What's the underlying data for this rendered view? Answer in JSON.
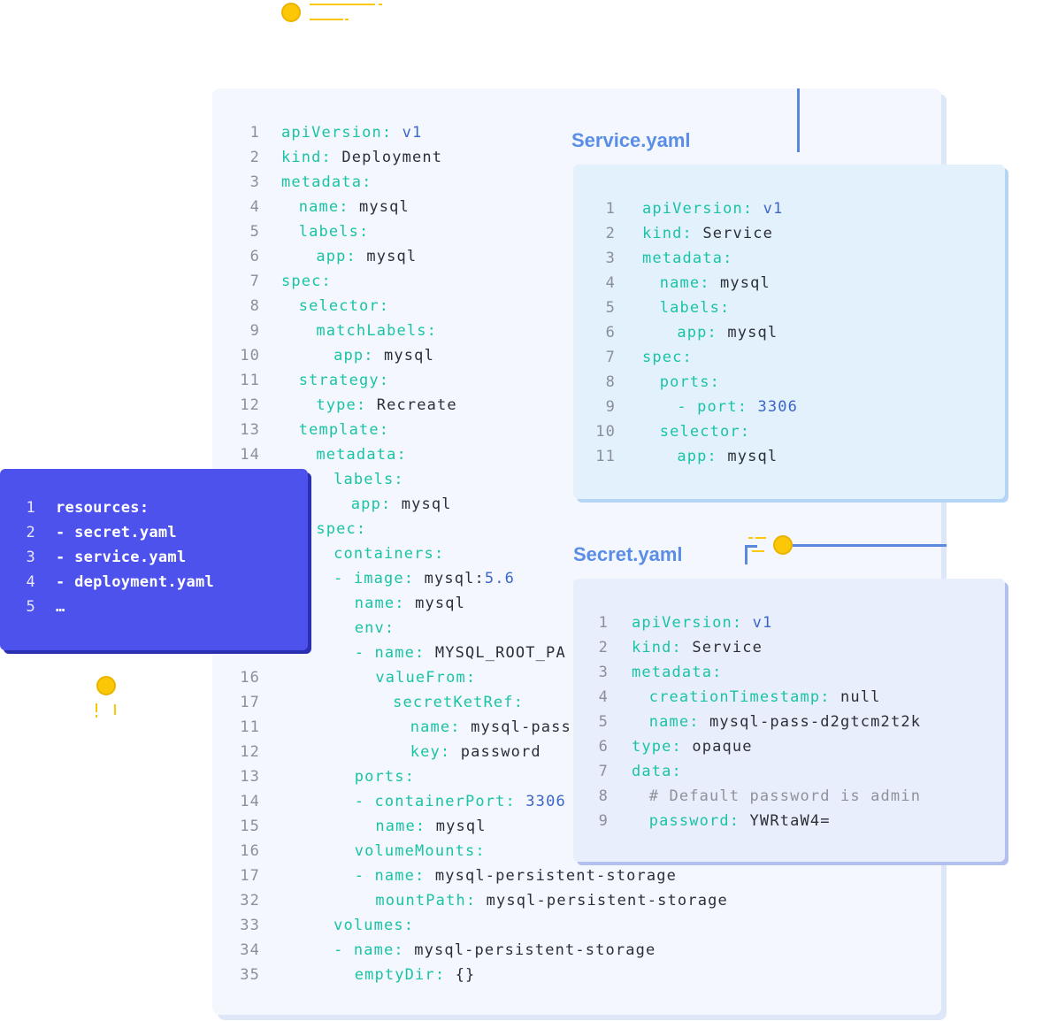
{
  "titles": {
    "service": "Service.yaml",
    "secret": "Secret.yaml"
  },
  "kustomization": {
    "lines": [
      {
        "n": "1",
        "text": "resources:"
      },
      {
        "n": "2",
        "text": "- secret.yaml"
      },
      {
        "n": "3",
        "text": "- service.yaml"
      },
      {
        "n": "4",
        "text": "- deployment.yaml"
      },
      {
        "n": "5",
        "text": "…"
      }
    ]
  },
  "deployment": {
    "lines": [
      {
        "n": "1",
        "indent": 0,
        "key": "apiVersion:",
        "val": "v1",
        "vt": "n"
      },
      {
        "n": "2",
        "indent": 0,
        "key": "kind:",
        "val": "Deployment",
        "vt": "v"
      },
      {
        "n": "3",
        "indent": 0,
        "key": "metadata:",
        "val": "",
        "vt": "v"
      },
      {
        "n": "4",
        "indent": 1,
        "key": "name:",
        "val": "mysql",
        "vt": "v"
      },
      {
        "n": "5",
        "indent": 1,
        "key": "labels:",
        "val": "",
        "vt": "v"
      },
      {
        "n": "6",
        "indent": 2,
        "key": "app:",
        "val": "mysql",
        "vt": "v"
      },
      {
        "n": "7",
        "indent": 0,
        "key": "spec:",
        "val": "",
        "vt": "v"
      },
      {
        "n": "8",
        "indent": 1,
        "key": "selector:",
        "val": "",
        "vt": "v"
      },
      {
        "n": "9",
        "indent": 2,
        "key": "matchLabels:",
        "val": "",
        "vt": "v"
      },
      {
        "n": "10",
        "indent": 3,
        "key": "app:",
        "val": "mysql",
        "vt": "v"
      },
      {
        "n": "11",
        "indent": 1,
        "key": "strategy:",
        "val": "",
        "vt": "v"
      },
      {
        "n": "12",
        "indent": 2,
        "key": "type:",
        "val": "Recreate",
        "vt": "v"
      },
      {
        "n": "13",
        "indent": 1,
        "key": "template:",
        "val": "",
        "vt": "v"
      },
      {
        "n": "14",
        "indent": 2,
        "key": "metadata:",
        "val": "",
        "vt": "v"
      },
      {
        "n": "",
        "indent": 3,
        "key": "labels:",
        "val": "",
        "vt": "v"
      },
      {
        "n": "",
        "indent": 4,
        "key": "app:",
        "val": "mysql",
        "vt": "v"
      },
      {
        "n": "",
        "indent": 2,
        "key": "spec:",
        "val": "",
        "vt": "v"
      },
      {
        "n": "",
        "indent": 3,
        "key": "containers:",
        "val": "",
        "vt": "v"
      },
      {
        "n": "",
        "indent": 3,
        "key": "- image:",
        "val": "mysql:",
        "vt": "v",
        "val2": "5.6"
      },
      {
        "n": "",
        "indent": 4.2,
        "key": "name:",
        "val": "mysql",
        "vt": "v"
      },
      {
        "n": "",
        "indent": 4.2,
        "key": "env:",
        "val": "",
        "vt": "v"
      },
      {
        "n": "",
        "indent": 4.2,
        "key": "- name:",
        "val": "MYSQL_ROOT_PA",
        "vt": "v"
      },
      {
        "n": "16",
        "indent": 5.4,
        "key": "valueFrom:",
        "val": "",
        "vt": "v"
      },
      {
        "n": "17",
        "indent": 6.4,
        "key": "secretKetRef:",
        "val": "",
        "vt": "v"
      },
      {
        "n": "11",
        "indent": 7.4,
        "key": "name:",
        "val": "mysql-pass",
        "vt": "v"
      },
      {
        "n": "12",
        "indent": 7.4,
        "key": "key:",
        "val": "password",
        "vt": "v"
      },
      {
        "n": "13",
        "indent": 4.2,
        "key": "ports:",
        "val": "",
        "vt": "v"
      },
      {
        "n": "14",
        "indent": 4.2,
        "key": "- containerPort:",
        "val": "3306",
        "vt": "n"
      },
      {
        "n": "15",
        "indent": 5.4,
        "key": "name:",
        "val": "mysql",
        "vt": "v"
      },
      {
        "n": "16",
        "indent": 4.2,
        "key": "volumeMounts:",
        "val": "",
        "vt": "v"
      },
      {
        "n": "17",
        "indent": 4.2,
        "key": "- name:",
        "val": "mysql-persistent-storage",
        "vt": "v"
      },
      {
        "n": "32",
        "indent": 5.4,
        "key": "mountPath:",
        "val": "mysql-persistent-storage",
        "vt": "v"
      },
      {
        "n": "33",
        "indent": 3,
        "key": "volumes:",
        "val": "",
        "vt": "v"
      },
      {
        "n": "34",
        "indent": 3,
        "key": "- name:",
        "val": "mysql-persistent-storage",
        "vt": "v"
      },
      {
        "n": "35",
        "indent": 4.2,
        "key": "emptyDir:",
        "val": "{}",
        "vt": "v"
      }
    ]
  },
  "service": {
    "lines": [
      {
        "n": "1",
        "indent": 0,
        "key": "apiVersion:",
        "val": "v1",
        "vt": "n"
      },
      {
        "n": "2",
        "indent": 0,
        "key": "kind:",
        "val": "Service",
        "vt": "v"
      },
      {
        "n": "3",
        "indent": 0,
        "key": "metadata:",
        "val": "",
        "vt": "v"
      },
      {
        "n": "4",
        "indent": 1,
        "key": "name:",
        "val": "mysql",
        "vt": "v"
      },
      {
        "n": "5",
        "indent": 1,
        "key": "labels:",
        "val": "",
        "vt": "v"
      },
      {
        "n": "6",
        "indent": 2,
        "key": "app:",
        "val": "mysql",
        "vt": "v"
      },
      {
        "n": "7",
        "indent": 0,
        "key": "spec:",
        "val": "",
        "vt": "v"
      },
      {
        "n": "8",
        "indent": 1,
        "key": "ports:",
        "val": "",
        "vt": "v"
      },
      {
        "n": "9",
        "indent": 2,
        "key": "- port:",
        "val": "3306",
        "vt": "n"
      },
      {
        "n": "10",
        "indent": 1,
        "key": "selector:",
        "val": "",
        "vt": "v"
      },
      {
        "n": "11",
        "indent": 2,
        "key": "app:",
        "val": "mysql",
        "vt": "v"
      }
    ]
  },
  "secret": {
    "lines": [
      {
        "n": "1",
        "indent": 0,
        "key": "apiVersion:",
        "val": "v1",
        "vt": "n"
      },
      {
        "n": "2",
        "indent": 0,
        "key": "kind:",
        "val": "Service",
        "vt": "v"
      },
      {
        "n": "3",
        "indent": 0,
        "key": "metadata:",
        "val": "",
        "vt": "v"
      },
      {
        "n": "4",
        "indent": 1,
        "key": "creationTimestamp:",
        "val": "null",
        "vt": "v"
      },
      {
        "n": "5",
        "indent": 1,
        "key": "name:",
        "val": "mysql-pass-d2gtcm2t2k",
        "vt": "v"
      },
      {
        "n": "6",
        "indent": 0,
        "key": "type:",
        "val": "opaque",
        "vt": "v"
      },
      {
        "n": "7",
        "indent": 0,
        "key": "data:",
        "val": "",
        "vt": "v"
      },
      {
        "n": "8",
        "indent": 1,
        "key": "",
        "val": "# Default password is admin",
        "vt": "c"
      },
      {
        "n": "9",
        "indent": 1,
        "key": "password:",
        "val": "YWRtaW4=",
        "vt": "v"
      }
    ]
  }
}
